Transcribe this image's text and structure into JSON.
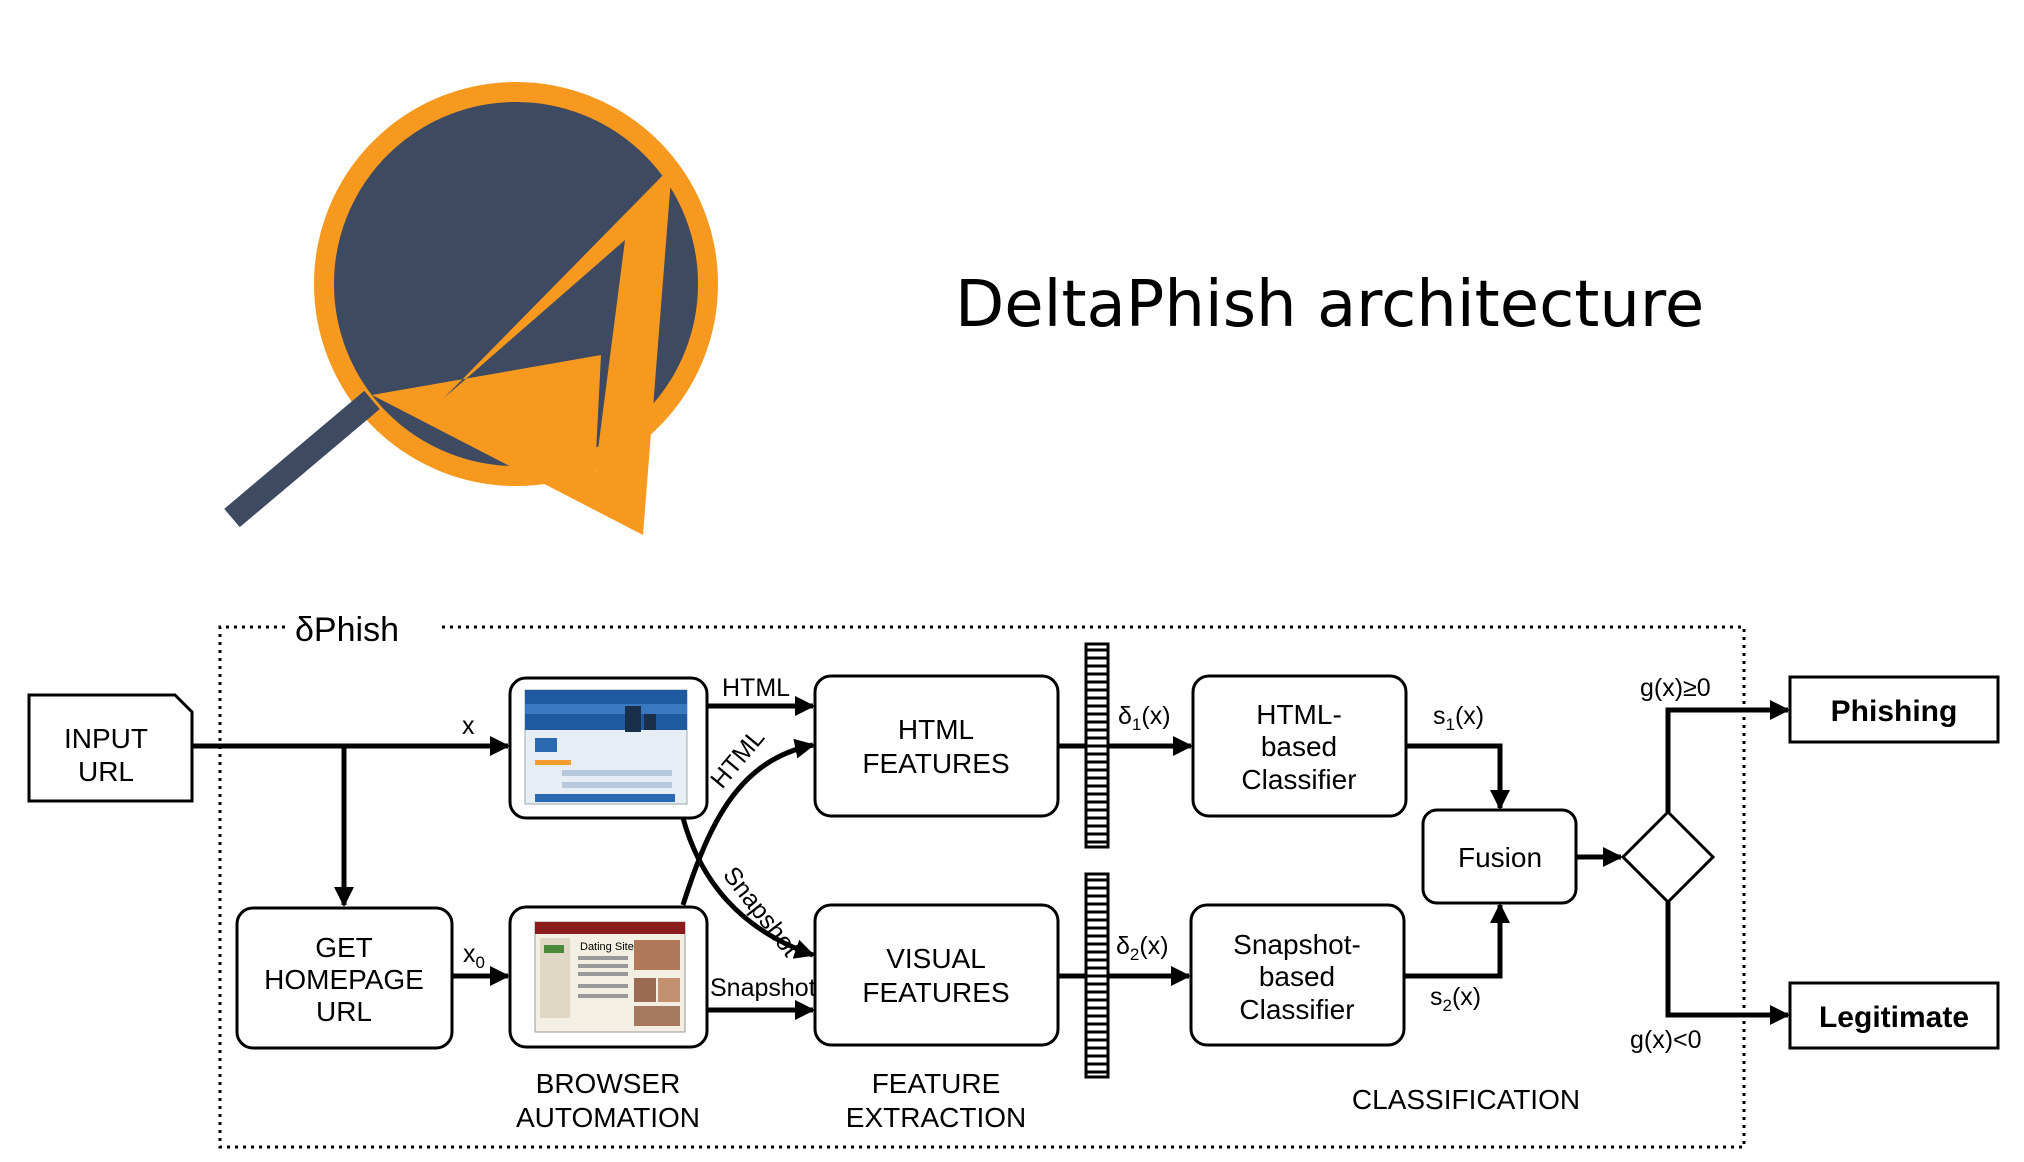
{
  "title": "DeltaPhish architecture",
  "frame_label": "δPhish",
  "colors": {
    "logo_navy": "#3d4a62",
    "logo_orange": "#f7991e",
    "phishing_red": "#e8201c",
    "legitimate_green": "#1f9d3f"
  },
  "nodes": {
    "input_url": [
      "INPUT",
      "URL"
    ],
    "get_homepage": [
      "GET",
      "HOMEPAGE",
      "URL"
    ],
    "html_features": [
      "HTML",
      "FEATURES"
    ],
    "visual_features": [
      "VISUAL",
      "FEATURES"
    ],
    "html_classifier": [
      "HTML-",
      "based",
      "Classifier"
    ],
    "snapshot_classifier": [
      "Snapshot-",
      "based",
      "Classifier"
    ],
    "fusion": "Fusion",
    "phishing": "Phishing",
    "legitimate": "Legitimate"
  },
  "edges": {
    "x": "x",
    "x0": "x",
    "x0_sub": "0",
    "html_top": "HTML",
    "html_diag": "HTML",
    "snapshot_diag": "Snapshot",
    "snapshot_bottom": "Snapshot",
    "delta1": "δ",
    "delta1_sub": "1",
    "delta1_tail": "(x)",
    "delta2": "δ",
    "delta2_sub": "2",
    "delta2_tail": "(x)",
    "s1": "s",
    "s1_sub": "1",
    "s1_tail": "(x)",
    "s2": "s",
    "s2_sub": "2",
    "s2_tail": "(x)",
    "g_pos": "g(x)≥0",
    "g_neg": "g(x)<0"
  },
  "sections": {
    "browser_automation": [
      "BROWSER",
      "AUTOMATION"
    ],
    "feature_extraction": [
      "FEATURE",
      "EXTRACTION"
    ],
    "classification": "CLASSIFICATION"
  },
  "screenshot_thumbnails": {
    "dating_site": [
      "Dating Site"
    ]
  }
}
